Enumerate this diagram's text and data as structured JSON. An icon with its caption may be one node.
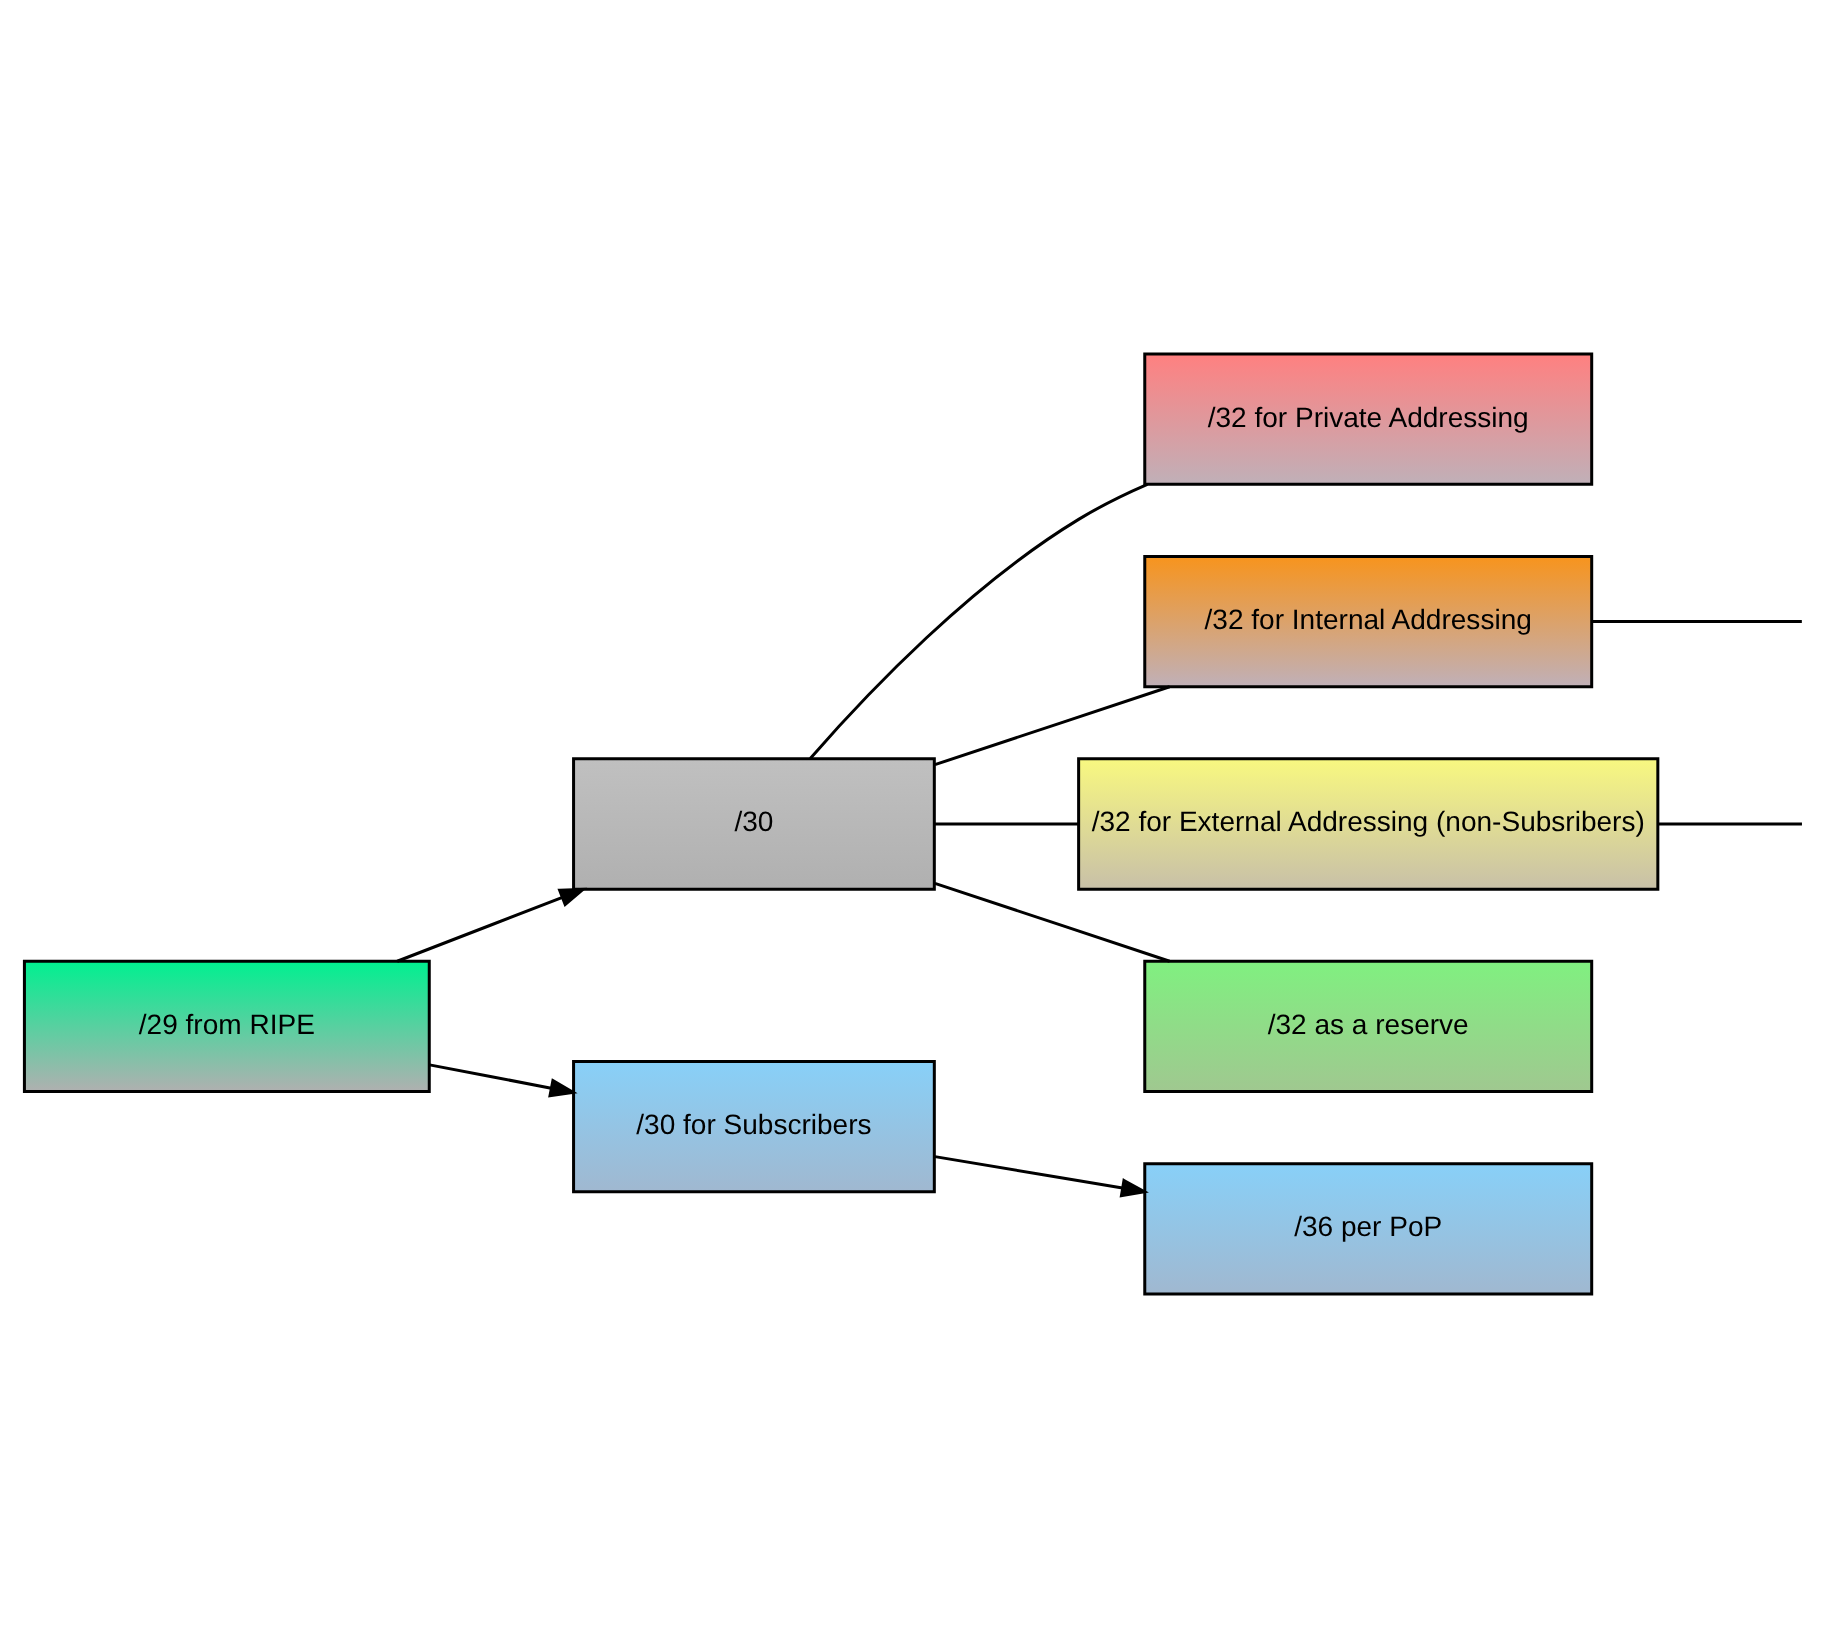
{
  "diagram": {
    "nodes": [
      {
        "text": [
          "/32 for Private Addressing"
        ]
      },
      {
        "text": [
          "/30"
        ]
      },
      {
        "text": [
          "/32 for Internal Addressing"
        ]
      },
      {
        "text": [
          "/29 from RIPE"
        ]
      },
      {
        "text": [
          "/32 for External Addressing (non-Subsribers)"
        ]
      },
      {
        "text": [
          "/32 as a reserve"
        ]
      },
      {
        "text": [
          "/30 for Subscribers"
        ]
      },
      {
        "text": [
          "/36 per PoP"
        ]
      }
    ],
    "edges": [
      {
        "from": 3,
        "to": 1,
        "arrow": "to"
      },
      {
        "from": 3,
        "to": 6,
        "arrow": "to"
      },
      {
        "from": 1,
        "to": 0,
        "arrow": "none"
      },
      {
        "from": 1,
        "to": 2,
        "arrow": "none"
      },
      {
        "from": 1,
        "to": 4,
        "arrow": "none"
      },
      {
        "from": 1,
        "to": 5,
        "arrow": "none"
      },
      {
        "from": 6,
        "to": 7,
        "arrow": "to"
      },
      {
        "from": 2,
        "to": null,
        "arrow": "none"
      },
      {
        "from": 4,
        "to": null,
        "arrow": "none"
      }
    ]
  }
}
